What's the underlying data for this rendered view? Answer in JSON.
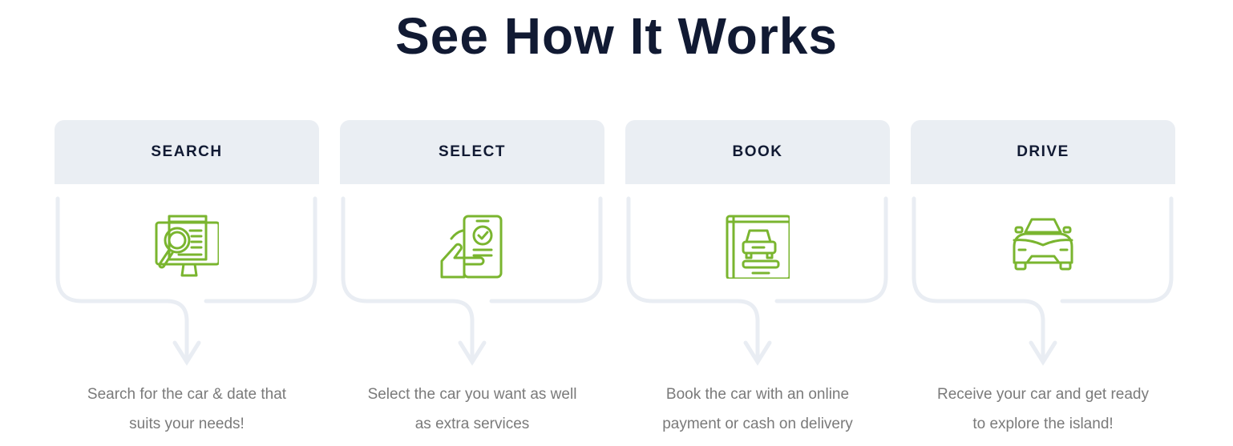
{
  "title": "See How It Works",
  "accent": "#7ab52f",
  "steps": [
    {
      "label": "SEARCH",
      "icon": "search-computer-icon",
      "lines": [
        "Search for the car & date that",
        "suits your needs!"
      ]
    },
    {
      "label": "SELECT",
      "icon": "phone-select-icon",
      "lines": [
        "Select the car you want as well",
        "as extra services"
      ]
    },
    {
      "label": "BOOK",
      "icon": "car-booklet-icon",
      "lines": [
        "Book the car with an online",
        "payment or cash on delivery"
      ]
    },
    {
      "label": "DRIVE",
      "icon": "car-front-icon",
      "lines": [
        "Receive your car and get ready",
        "to explore the island!"
      ]
    }
  ]
}
